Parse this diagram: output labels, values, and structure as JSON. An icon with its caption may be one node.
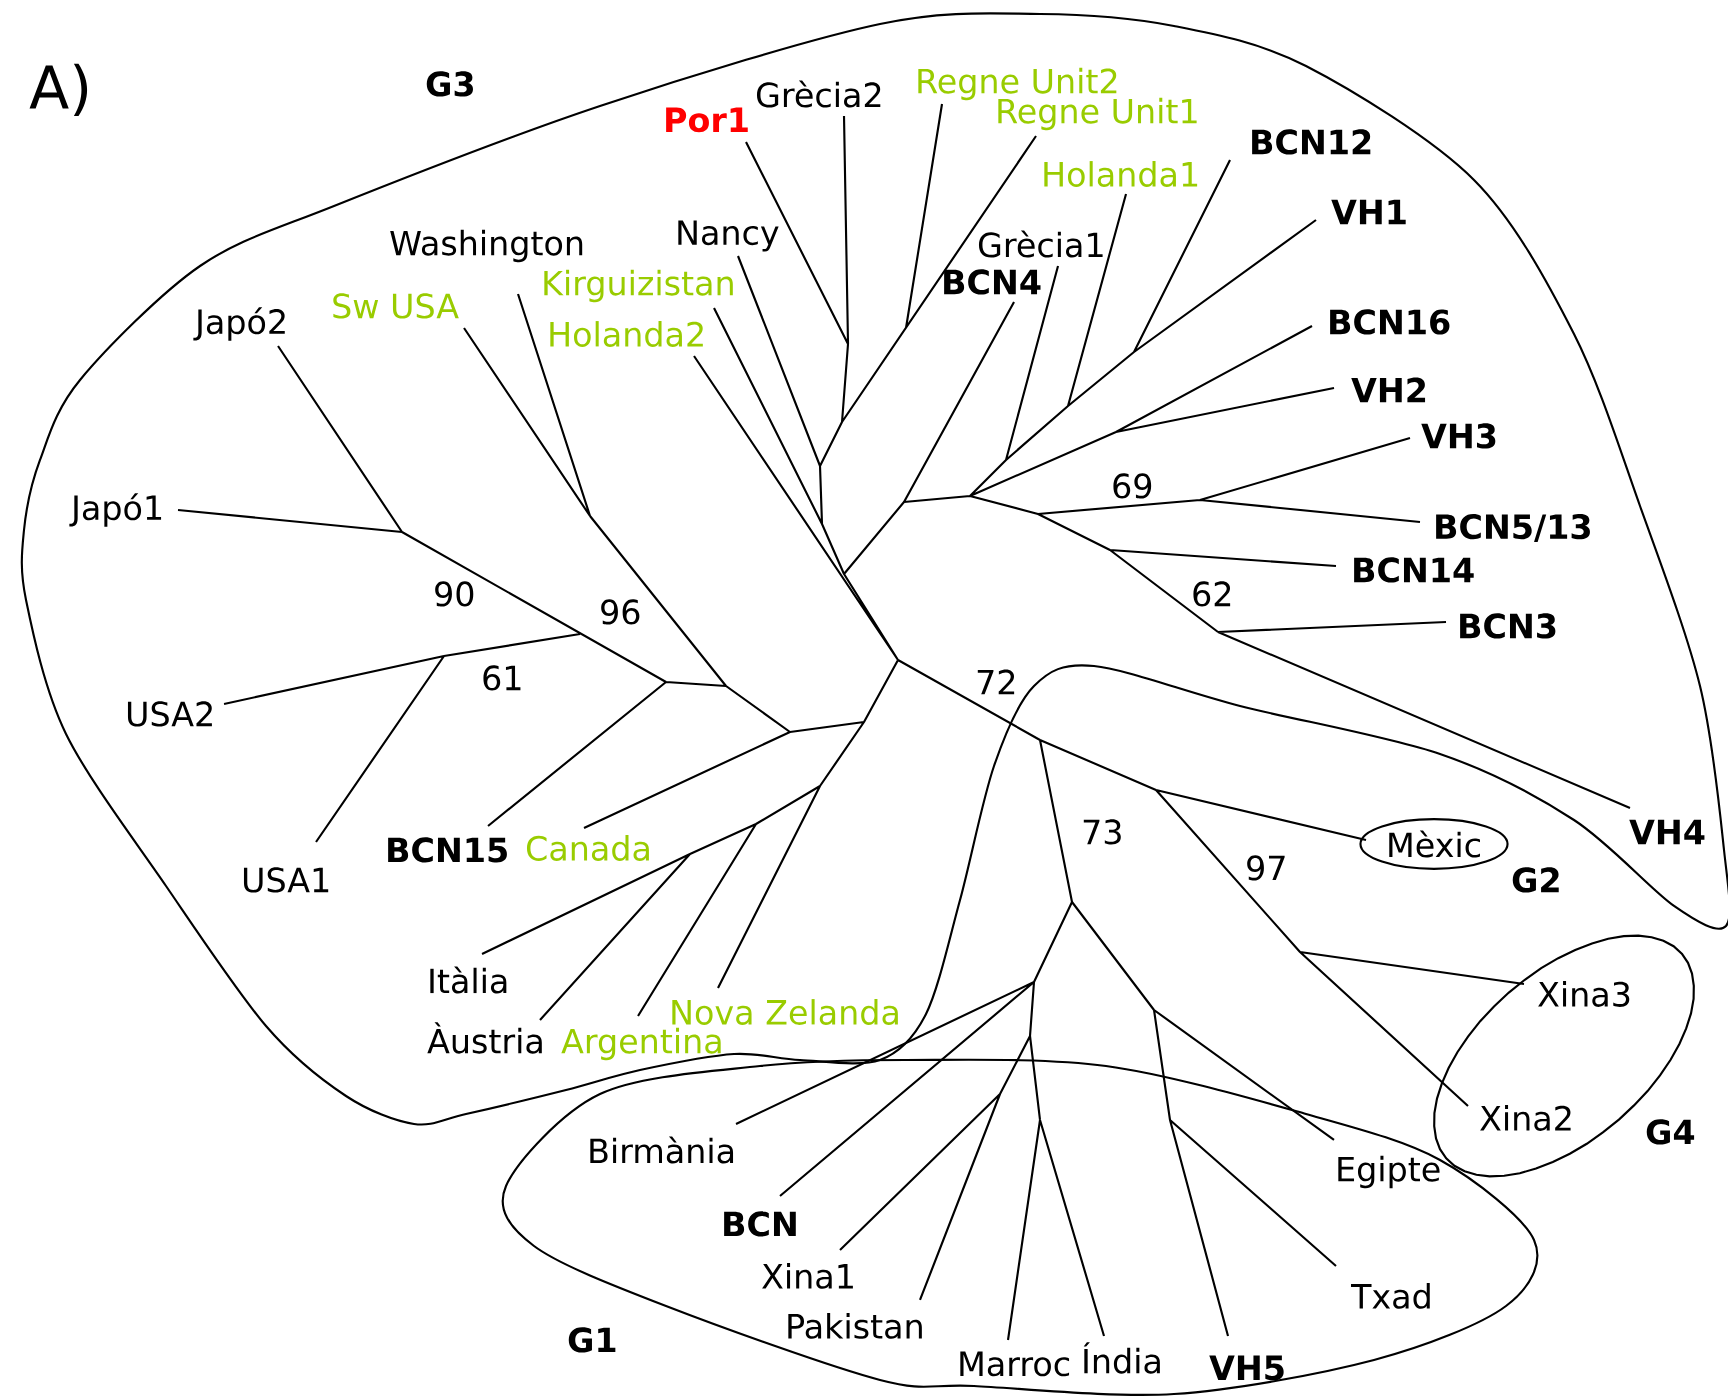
{
  "diagram": {
    "nodes": [
      {
        "text": [
          "Por1",
          "Grècia2",
          "Regne Unit2",
          "Regne Unit1",
          "Holanda1",
          "BCN12",
          "Washington",
          "Nancy",
          "Grècia1",
          "BCN4",
          "VH1",
          "Sw USA",
          "Kirguizistan",
          "Holanda2",
          "BCN16",
          "Japó2",
          "VH2",
          "VH3",
          "Japó1",
          "BCN5/13",
          "BCN14",
          "BCN3",
          "USA2",
          "USA1",
          "BCN15",
          "Canada",
          "VH4",
          "Itàlia",
          "Àustria",
          "Nova Zelanda",
          "Argentina"
        ],
        "beside": [
          "G3"
        ]
      },
      {
        "text": [
          "Mèxic"
        ],
        "beside": [
          "G2"
        ]
      },
      {
        "text": [
          "Xina3",
          "Xina2"
        ],
        "beside": [
          "G4"
        ]
      },
      {
        "text": [
          "Birmània",
          "Egipte",
          "BCN",
          "Xina1",
          "Txad",
          "Pakistan",
          "Marroc",
          "Índia",
          "VH5"
        ],
        "beside": [
          "G1"
        ]
      }
    ],
    "labels": [
      "A)",
      "69",
      "90",
      "96",
      "62",
      "61",
      "72",
      "73",
      "97"
    ]
  }
}
